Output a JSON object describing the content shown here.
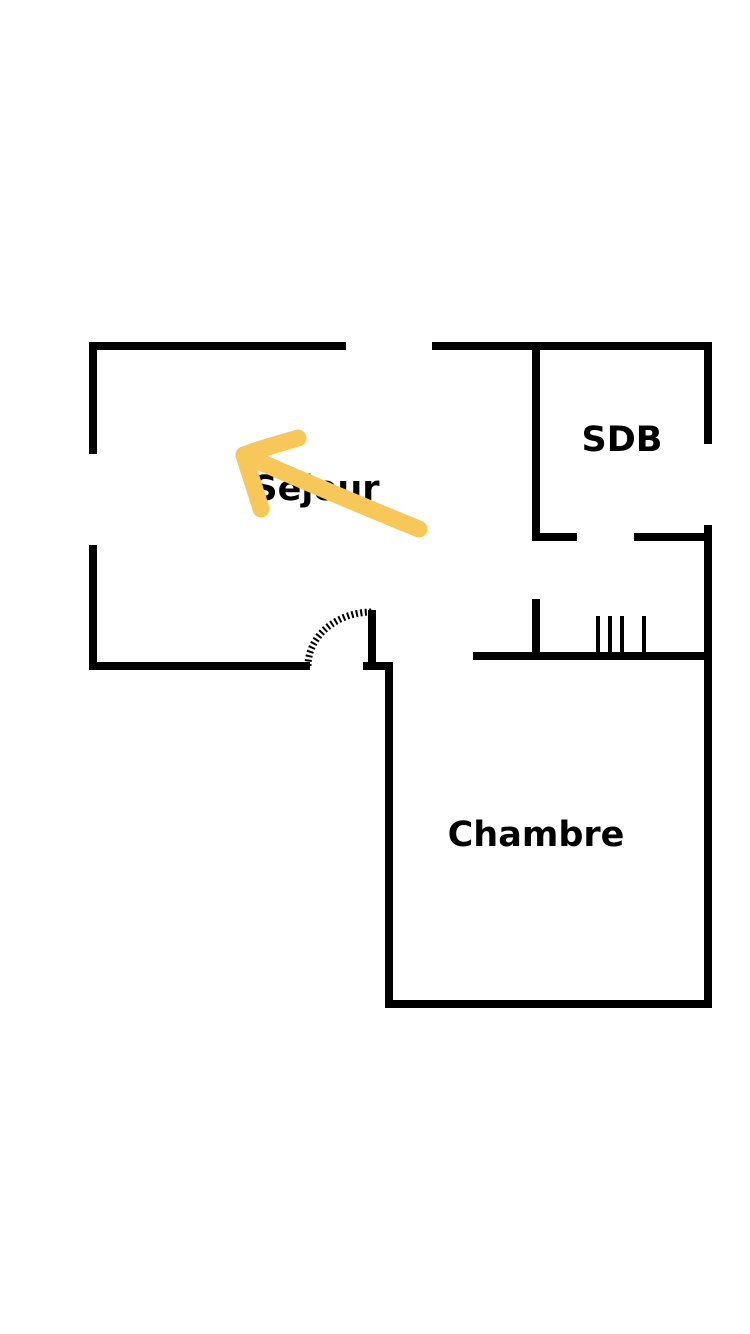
{
  "rooms": {
    "sejour": "Séjour",
    "sdb": "SDB",
    "chambre": "Chambre"
  },
  "colors": {
    "wall": "#000000",
    "annotation_arrow": "#F8C75A",
    "background": "#FFFFFF"
  }
}
